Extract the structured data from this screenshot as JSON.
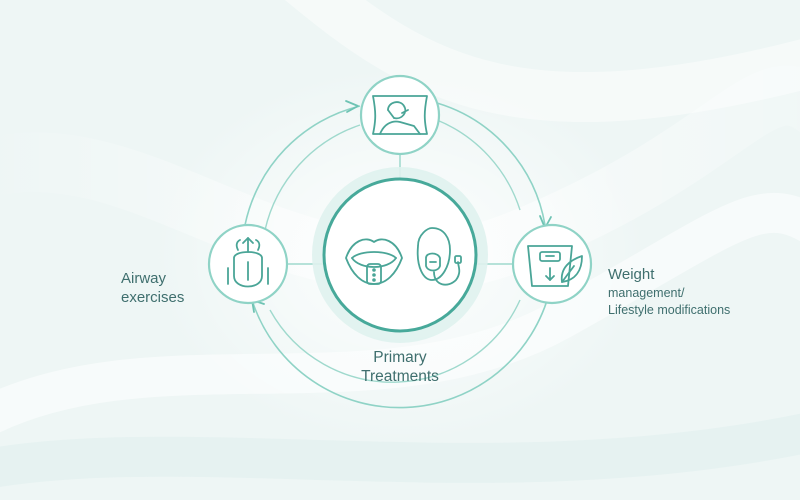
{
  "colors": {
    "accent": "#5dbfae",
    "accent_dark": "#3f9f92",
    "text": "#3f6f6e",
    "background": "#f2f8f8",
    "center_fill": "#ffffff"
  },
  "nodes": {
    "top": {
      "icon": "person-sleeping-on-pillow-icon"
    },
    "left": {
      "icon": "tongue-exercise-icon",
      "label_lines": [
        "Airway",
        "exercises"
      ]
    },
    "right": {
      "icon": "weight-scale-leaf-icon",
      "label_title": "Weight",
      "label_lines": [
        "management/",
        "Lifestyle modifications"
      ]
    },
    "center": {
      "icons": [
        "mouthguard-icon",
        "cpap-mask-icon"
      ],
      "label_lines": [
        "Primary",
        "Treatments"
      ]
    }
  }
}
